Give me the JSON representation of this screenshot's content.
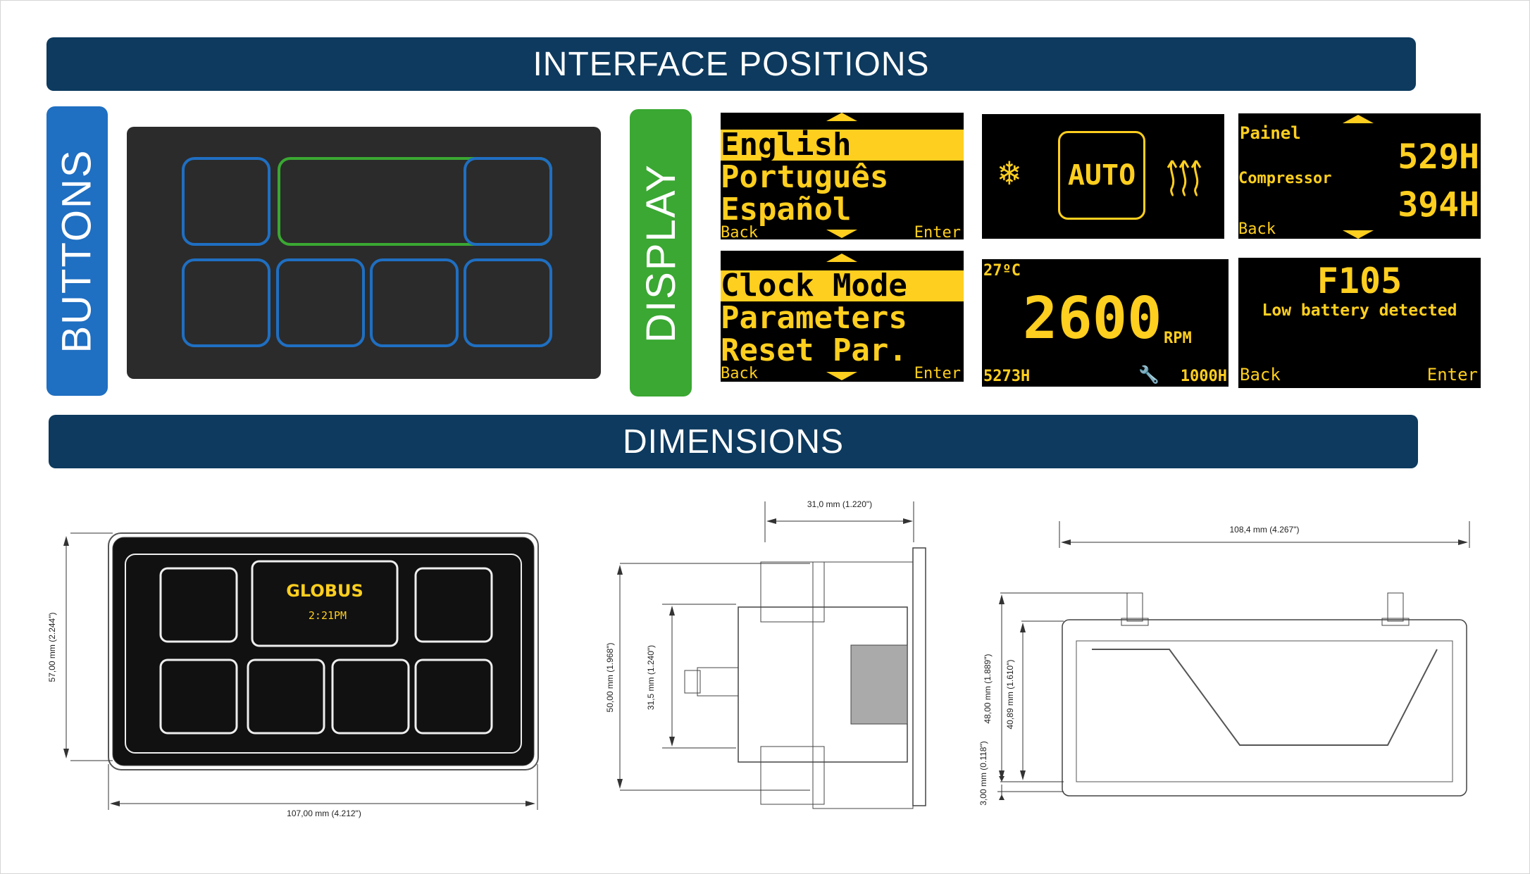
{
  "headers": {
    "interface_positions": "INTERFACE POSITIONS",
    "dimensions": "DIMENSIONS"
  },
  "tabs": {
    "buttons": "BUTTONS",
    "display": "DISPLAY"
  },
  "colors": {
    "banner": "#0d3a5e",
    "buttons_tab": "#1f6fc2",
    "display_tab": "#3aa832",
    "screen_text": "#ffcf1f"
  },
  "screens": {
    "language_menu": {
      "items": [
        "English",
        "Português",
        "Español"
      ],
      "back": "Back",
      "enter": "Enter"
    },
    "climate": {
      "left_icon": "snowflake-icon",
      "mode": "AUTO",
      "right_icon": "heat-icon"
    },
    "hours": {
      "label1": "Painel",
      "value1": "529H",
      "label2": "Compressor",
      "value2": "394H",
      "back": "Back"
    },
    "main_menu": {
      "items": [
        "Clock Mode",
        "Parameters",
        "Reset Par."
      ],
      "back": "Back",
      "enter": "Enter"
    },
    "rpm": {
      "temp": "27ºC",
      "value": "2600",
      "unit": "RPM",
      "hours": "5273H",
      "service_icon": "wrench-icon",
      "service": "1000H"
    },
    "fault": {
      "code": "F105",
      "message": "Low battery detected",
      "back": "Back",
      "enter": "Enter"
    }
  },
  "front_view": {
    "brand": "GLOBUS",
    "time": "2:21PM",
    "width_label": "107,00 mm (4.212\")",
    "height_label": "57,00 mm (2.244\")"
  },
  "side_view": {
    "depth_label": "31,0 mm (1.220\")",
    "height_outer_label": "50,00 mm (1.968\")",
    "height_inner_label": "31,5 mm (1.240\")"
  },
  "top_view": {
    "width_label": "108,4 mm (4.267\")",
    "height_label": "48,00 mm (1.889\")",
    "body_label": "40,89 mm (1.610\")",
    "flange_label": "3,00 mm (0.118\")"
  }
}
